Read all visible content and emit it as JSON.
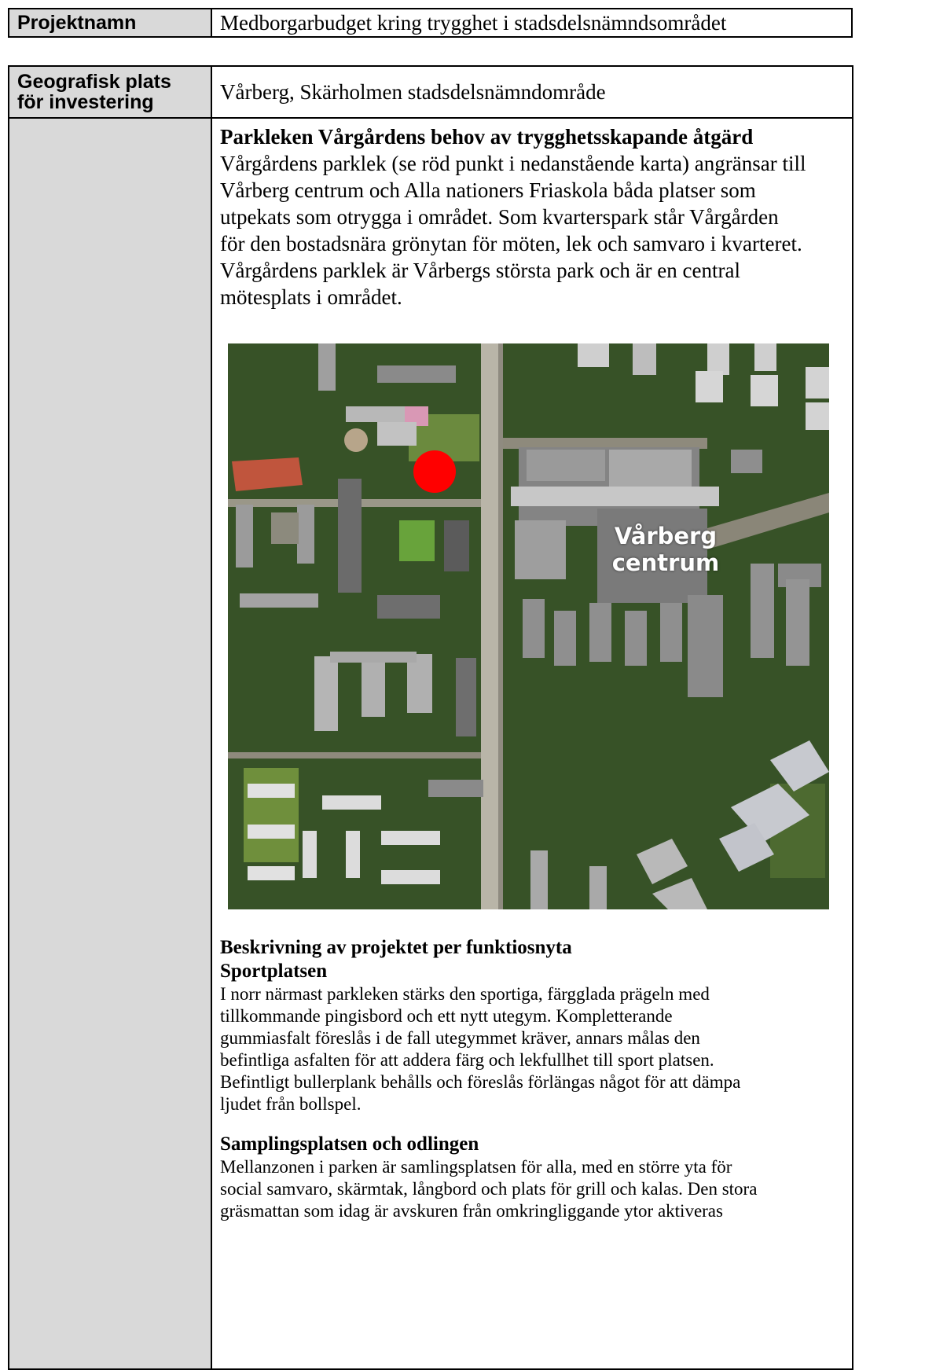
{
  "header": {
    "label": "Projektnamn",
    "value": "Medborgarbudget kring trygghet i stadsdelsnämndsområdet"
  },
  "location": {
    "label_line1": "Geografisk plats",
    "label_line2": "för investering",
    "value": "Vårberg, Skärholmen stadsdelsnämndområde"
  },
  "content": {
    "heading1": "Parkleken Vårgårdens behov av trygghetsskapande åtgärd",
    "intro_lines": [
      "Vårgårdens parklek (se röd punkt i nedanstående karta) angränsar till",
      "Vårberg centrum och Alla nationers Friaskola båda platser som",
      "utpekats som otrygga i området. Som kvarterspark står Vårgården",
      "för den bostadsnära grönytan för möten, lek och samvaro i kvarteret.",
      "Vårgårdens parklek är Vårbergs största park och är en central",
      "mötesplats i området."
    ],
    "map": {
      "label_line1": "Vårberg",
      "label_line2": "centrum",
      "marker_color": "#ff0000",
      "label_color": "#ffffff"
    },
    "heading2": "Beskrivning av projektet per funktiosnyta",
    "section1": {
      "title": "Sportplatsen",
      "lines": [
        "I norr närmast parkleken stärks den sportiga, färgglada prägeln med",
        "tillkommande pingisbord och ett nytt utegym. Kompletterande",
        "gummiasfalt föreslås i de fall utegymmet kräver, annars målas den",
        "befintliga asfalten för att addera färg och lekfullhet till sport platsen.",
        "Befintligt bullerplank behålls och föreslås förlängas något för att dämpa",
        "ljudet från bollspel."
      ]
    },
    "section2": {
      "title": "Samplingsplatsen och odlingen",
      "lines": [
        "Mellanzonen i parken är samlingsplatsen för alla, med en större yta för",
        "social samvaro, skärmtak, långbord och plats för grill och kalas. Den stora",
        "gräsmattan som idag är avskuren från omkringliggande ytor aktiveras"
      ]
    }
  }
}
